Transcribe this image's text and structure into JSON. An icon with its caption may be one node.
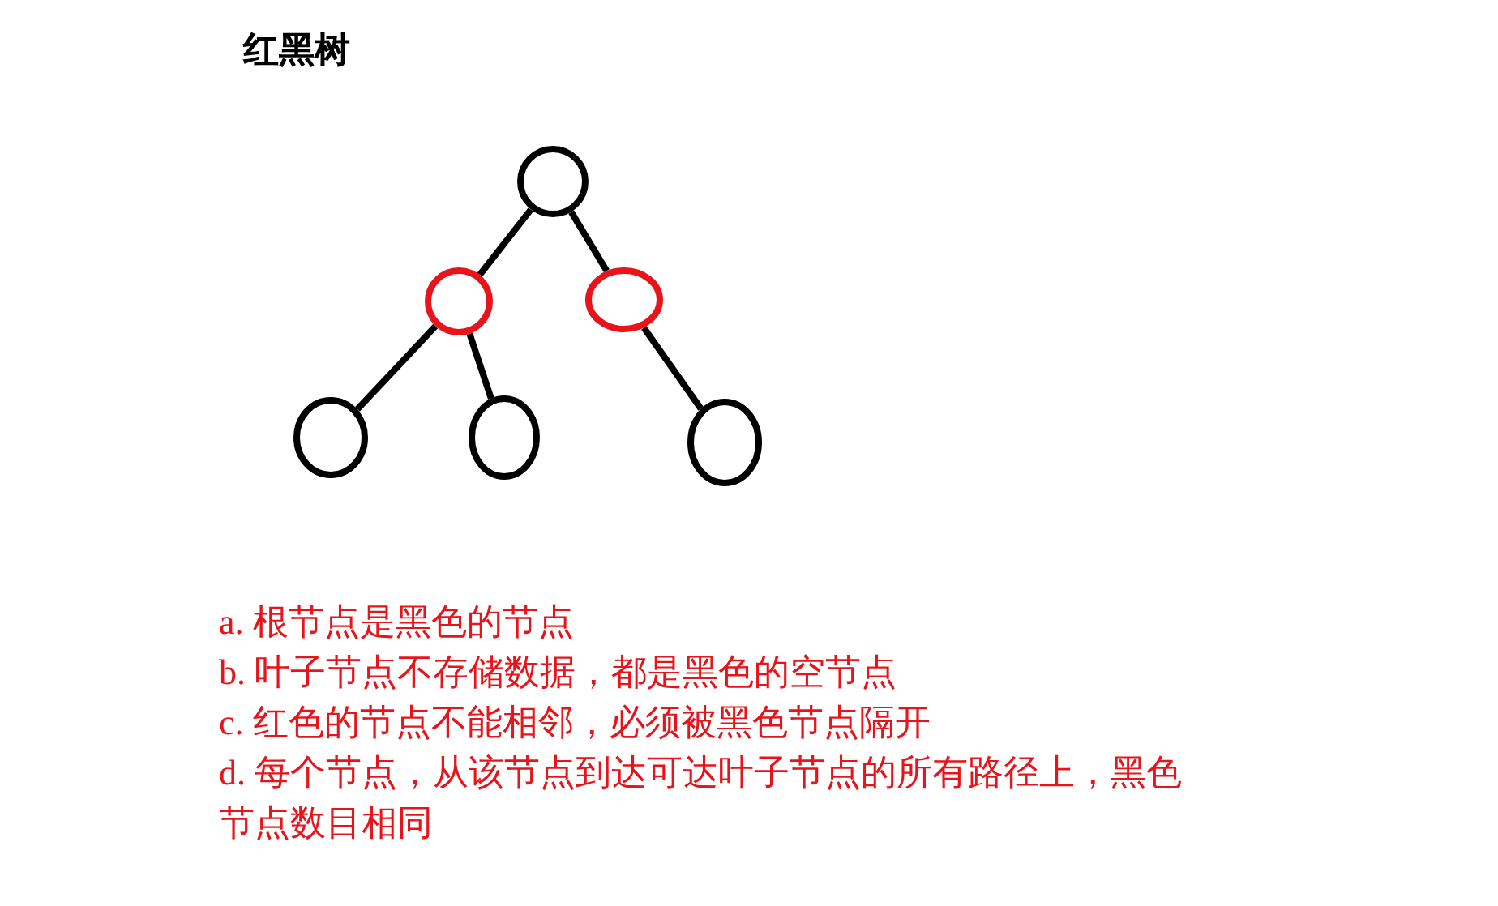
{
  "diagram": {
    "title": "红黑树",
    "nodes": [
      {
        "text": [],
        "shape": "circle"
      },
      {
        "text": [],
        "shape": "circle"
      },
      {
        "text": [],
        "shape": "circle"
      },
      {
        "text": [],
        "shape": "circle"
      },
      {
        "text": [],
        "shape": "circle"
      },
      {
        "text": [],
        "shape": "circle"
      }
    ],
    "edges": [
      {
        "from": 0,
        "to": 1,
        "arrow": "none"
      },
      {
        "from": 0,
        "to": 2,
        "arrow": "none"
      },
      {
        "from": 1,
        "to": 3,
        "arrow": "none"
      },
      {
        "from": 1,
        "to": 4,
        "arrow": "none"
      },
      {
        "from": 2,
        "to": 5,
        "arrow": "none"
      }
    ],
    "labels": [
      "a. 根节点是黑色的节点",
      "b. 叶子节点不存储数据，都是黑色的空节点",
      "c. 红色的节点不能相邻，必须被黑色节点隔开",
      "d. 每个节点，从该节点到达可达叶子节点的所有路径上，黑色节点数目相同"
    ]
  }
}
